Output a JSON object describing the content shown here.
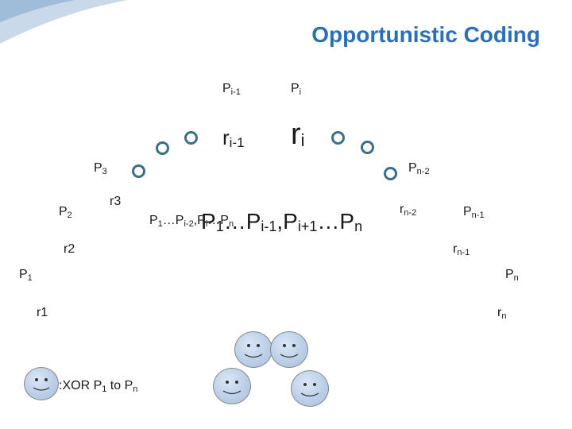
{
  "title": "Opportunistic Coding",
  "top_labels": {
    "p_i_minus_1": {
      "base": "P",
      "sub": "i-1"
    },
    "p_i": {
      "base": "P",
      "sub": "i"
    }
  },
  "top_r": {
    "r_i_minus_1": {
      "base": "r",
      "sub": "i-1"
    },
    "r_i": {
      "base": "r",
      "sub": "i"
    }
  },
  "left_labels": {
    "p3": {
      "base": "P",
      "sub": "3"
    },
    "p2": {
      "base": "P",
      "sub": "2"
    },
    "r3": "r3",
    "r2": "r2",
    "p1": {
      "base": "P",
      "sub": "1"
    },
    "r1": "r1"
  },
  "right_labels": {
    "pn2": {
      "base": "P",
      "sub": "n-2"
    },
    "rn2": {
      "base": "r",
      "sub": "n-2"
    },
    "pn1": {
      "base": "P",
      "sub": "n-1"
    },
    "rn1": {
      "base": "r",
      "sub": "n-1"
    },
    "pn": {
      "base": "P",
      "sub": "n"
    },
    "rn": {
      "base": "r",
      "sub": "n"
    }
  },
  "center": {
    "small_a": "P",
    "small_a_sub1": "1",
    "small_mid": "…P",
    "small_mid_sub": "i-2",
    "small_comma": ",P",
    "small_sub2": "i",
    "small_end": "…P",
    "small_end_sub": "n",
    "big_p": "P",
    "big_sub1": "1",
    "big_dots": "…P",
    "big_sub_i1": "i-1",
    "big_comma": ",P",
    "big_sub_ip1": "i+1",
    "big_end": "…P",
    "big_sub_n": "n"
  },
  "legend": {
    "prefix": ":XOR P",
    "sub1": "1",
    "mid": " to P",
    "subn": "n"
  },
  "colors": {
    "title": "#2a6fb8",
    "ring": "#3a6f84",
    "face": "#b9cde6"
  },
  "icons": [
    "relay-ring-icon",
    "smiley-face-icon",
    "deco-swoosh"
  ]
}
